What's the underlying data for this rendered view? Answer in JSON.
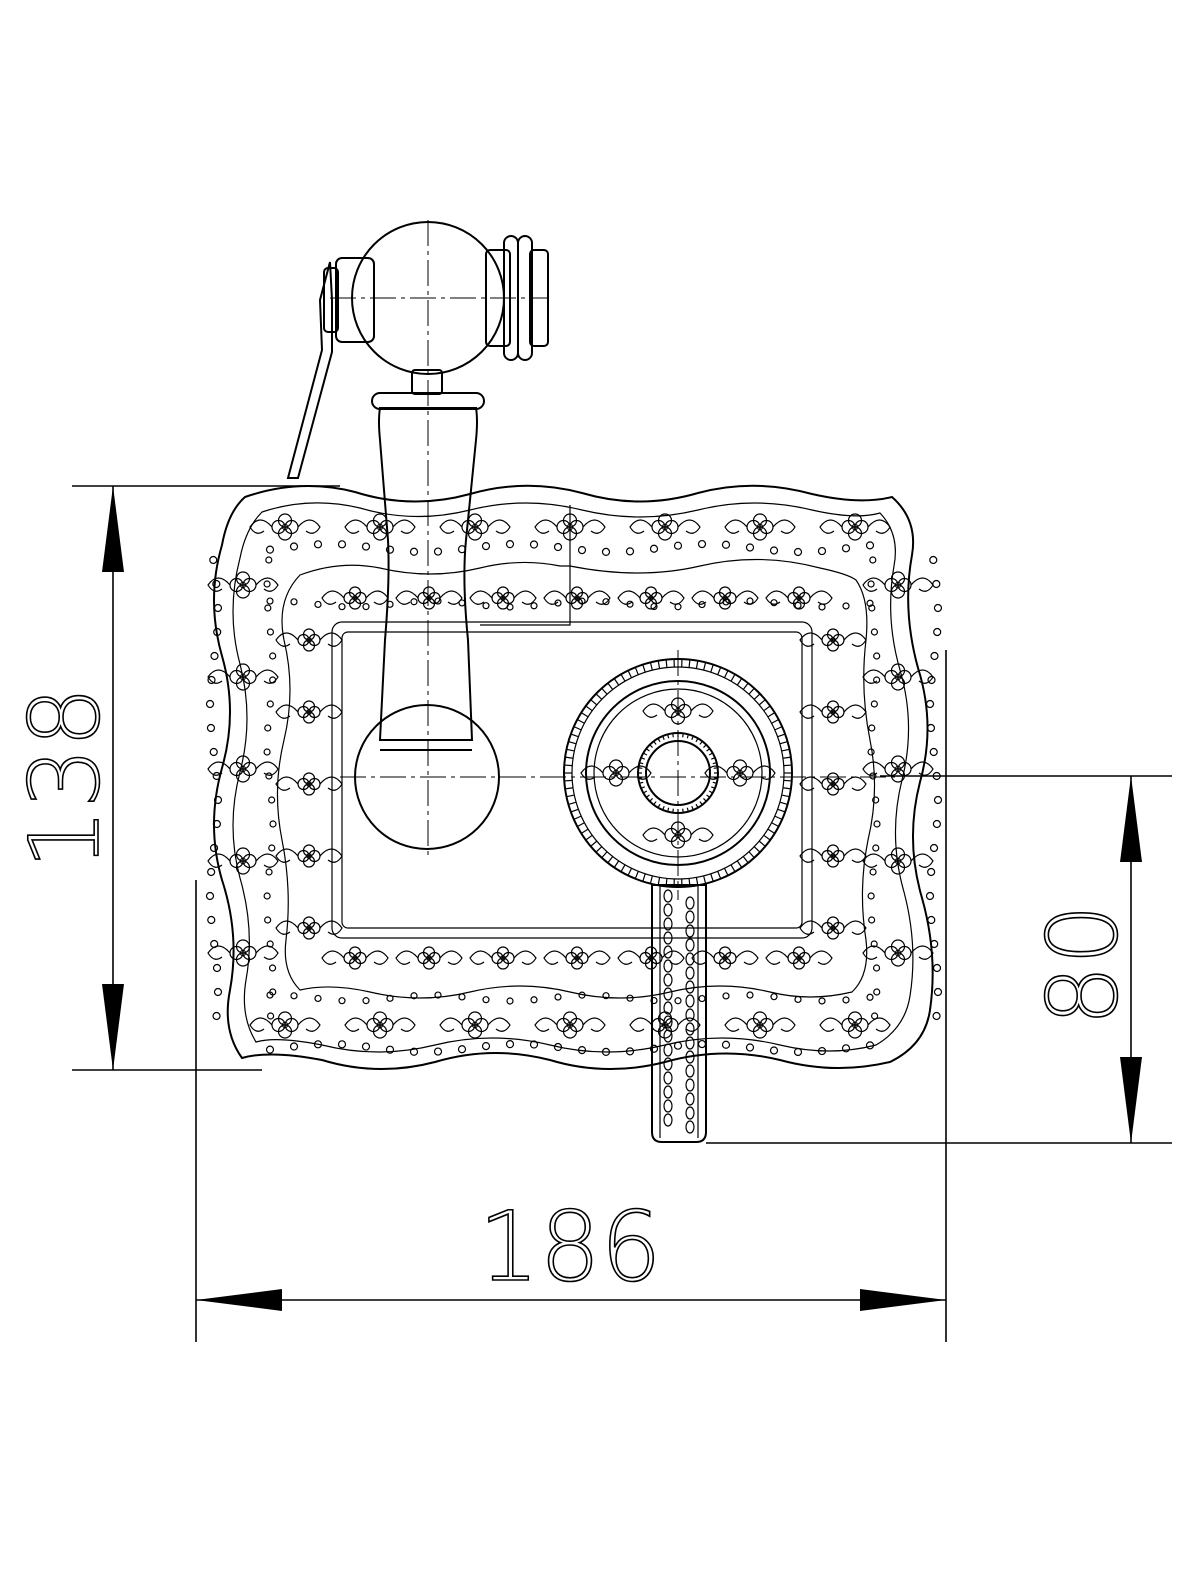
{
  "dimensions": {
    "height": "138",
    "width": "186",
    "outlet_offset": "80"
  }
}
